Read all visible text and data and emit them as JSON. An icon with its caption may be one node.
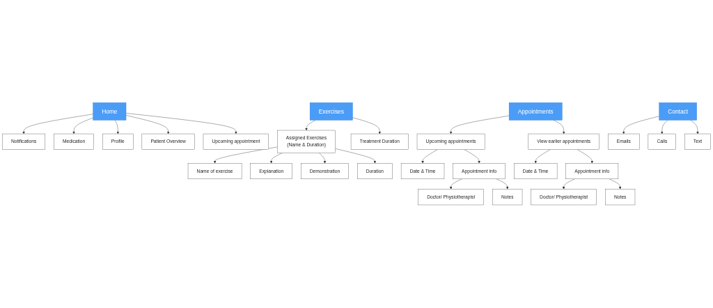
{
  "diagram": {
    "nodes": [
      {
        "text": [
          "Home"
        ]
      },
      {
        "text": [
          "Notifications"
        ]
      },
      {
        "text": [
          "Medication"
        ]
      },
      {
        "text": [
          "Profile"
        ]
      },
      {
        "text": [
          "Patient Overview"
        ]
      },
      {
        "text": [
          "Upcoming appointment"
        ]
      },
      {
        "text": [
          "Exercises"
        ]
      },
      {
        "text": [
          "Assigned Exercises",
          "(Name & Duration)"
        ]
      },
      {
        "text": [
          "Treatment Duration"
        ]
      },
      {
        "text": [
          "Name of exercise"
        ]
      },
      {
        "text": [
          "Explanation"
        ]
      },
      {
        "text": [
          "Demonstration"
        ]
      },
      {
        "text": [
          "Duration"
        ]
      },
      {
        "text": [
          "Appointments"
        ]
      },
      {
        "text": [
          "Upcoming appointments"
        ]
      },
      {
        "text": [
          "View earlier appointments"
        ]
      },
      {
        "text": [
          "Date & Time"
        ]
      },
      {
        "text": [
          "Appointment info"
        ]
      },
      {
        "text": [
          "Doctor/ Physiotherapist"
        ]
      },
      {
        "text": [
          "Notes"
        ]
      },
      {
        "text": [
          "Date & Time"
        ]
      },
      {
        "text": [
          "Appointment info"
        ]
      },
      {
        "text": [
          "Doctor/ Physiotherapist"
        ]
      },
      {
        "text": [
          "Notes"
        ]
      },
      {
        "text": [
          "Contact"
        ]
      },
      {
        "text": [
          "Emails"
        ]
      },
      {
        "text": [
          "Calls"
        ]
      },
      {
        "text": [
          "Text"
        ]
      }
    ],
    "edges": [
      {
        "from": 0,
        "to": 1,
        "arrow": "to"
      },
      {
        "from": 0,
        "to": 2,
        "arrow": "to"
      },
      {
        "from": 0,
        "to": 3,
        "arrow": "to"
      },
      {
        "from": 0,
        "to": 4,
        "arrow": "to"
      },
      {
        "from": 0,
        "to": 5,
        "arrow": "to"
      },
      {
        "from": 6,
        "to": 7,
        "arrow": "to"
      },
      {
        "from": 6,
        "to": 8,
        "arrow": "to"
      },
      {
        "from": 7,
        "to": 9,
        "arrow": "to"
      },
      {
        "from": 7,
        "to": 10,
        "arrow": "to"
      },
      {
        "from": 7,
        "to": 11,
        "arrow": "to"
      },
      {
        "from": 7,
        "to": 12,
        "arrow": "to"
      },
      {
        "from": 13,
        "to": 14,
        "arrow": "to"
      },
      {
        "from": 13,
        "to": 15,
        "arrow": "to"
      },
      {
        "from": 14,
        "to": 16,
        "arrow": "to"
      },
      {
        "from": 14,
        "to": 17,
        "arrow": "to"
      },
      {
        "from": 17,
        "to": 18,
        "arrow": "to"
      },
      {
        "from": 17,
        "to": 19,
        "arrow": "to"
      },
      {
        "from": 15,
        "to": 20,
        "arrow": "to"
      },
      {
        "from": 15,
        "to": 21,
        "arrow": "to"
      },
      {
        "from": 21,
        "to": 22,
        "arrow": "to"
      },
      {
        "from": 21,
        "to": 23,
        "arrow": "to"
      },
      {
        "from": 24,
        "to": 25,
        "arrow": "to"
      },
      {
        "from": 24,
        "to": 26,
        "arrow": "to"
      },
      {
        "from": 24,
        "to": 27,
        "arrow": "to"
      }
    ]
  }
}
